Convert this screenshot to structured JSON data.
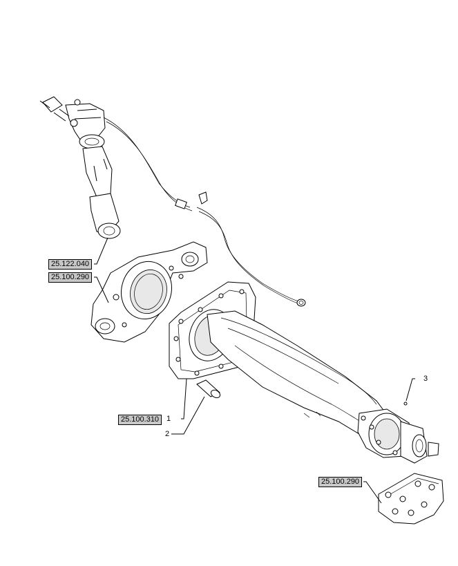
{
  "references": [
    {
      "id": "ref-25-122-040",
      "label": "25.122.040"
    },
    {
      "id": "ref-25-100-290-left",
      "label": "25.100.290"
    },
    {
      "id": "ref-25-100-310",
      "label": "25.100.310"
    },
    {
      "id": "ref-25-100-290-right",
      "label": "25.100.290"
    }
  ],
  "callouts": [
    {
      "id": "callout-1",
      "label": "1"
    },
    {
      "id": "callout-2",
      "label": "2"
    },
    {
      "id": "callout-3",
      "label": "3"
    }
  ]
}
